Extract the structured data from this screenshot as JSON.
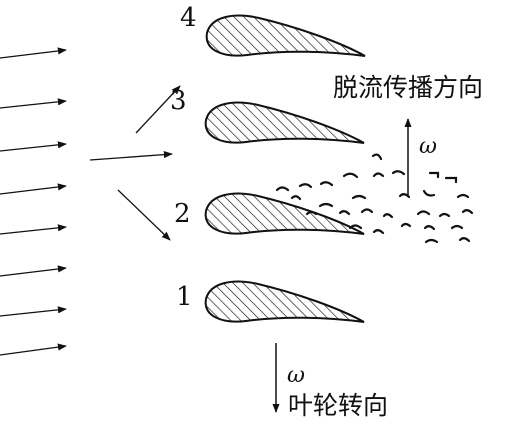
{
  "blades": [
    {
      "label": "4"
    },
    {
      "label": "3"
    },
    {
      "label": "2"
    },
    {
      "label": "1"
    }
  ],
  "stall_direction": {
    "label": "脱流传播方向",
    "omega": "ω"
  },
  "impeller_rotation": {
    "label": "叶轮转向",
    "omega": "ω"
  },
  "colors": {
    "ink": "#111111",
    "background": "#ffffff"
  }
}
